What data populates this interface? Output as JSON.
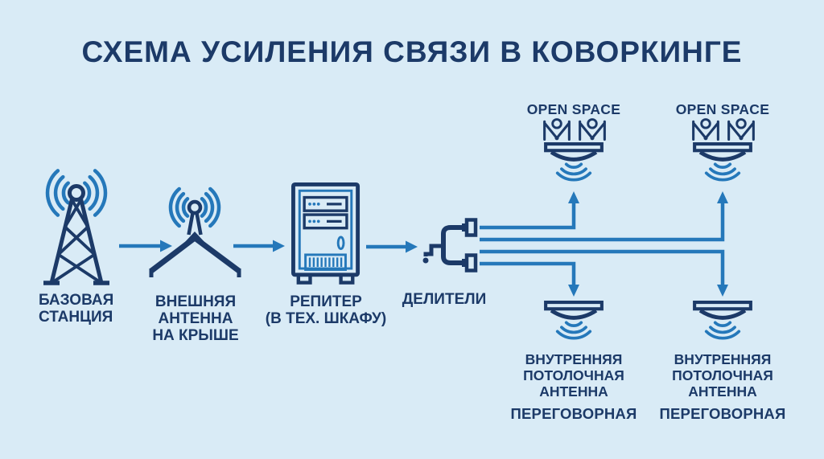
{
  "title": "СХЕМА УСИЛЕНИЯ СВЯЗИ В КОВОРКИНГЕ",
  "palette": {
    "background": "#d9ebf6",
    "navy": "#1c3a68",
    "blue": "#2578ba"
  },
  "flow": {
    "base_station": {
      "label": [
        "БАЗОВАЯ",
        "СТАНЦИЯ"
      ]
    },
    "external_antenna": {
      "label": [
        "ВНЕШНЯЯ",
        "АНТЕННА",
        "НА КРЫШЕ"
      ]
    },
    "repeater": {
      "label": [
        "РЕПИТЕР",
        "(В ТЕХ. ШКАФУ)"
      ]
    },
    "splitters": {
      "label": "ДЕЛИТЕЛИ"
    }
  },
  "zones": {
    "open_space_left": {
      "label": "OPEN SPACE"
    },
    "open_space_right": {
      "label": "OPEN SPACE"
    },
    "meeting_room_left": {
      "antenna_label": [
        "ВНУТРЕННЯЯ",
        "ПОТОЛОЧНАЯ",
        "АНТЕННА"
      ],
      "room_label": "ПЕРЕГОВОРНАЯ"
    },
    "meeting_room_right": {
      "antenna_label": [
        "ВНУТРЕННЯЯ",
        "ПОТОЛОЧНАЯ",
        "АНТЕННА"
      ],
      "room_label": "ПЕРЕГОВОРНАЯ"
    }
  }
}
